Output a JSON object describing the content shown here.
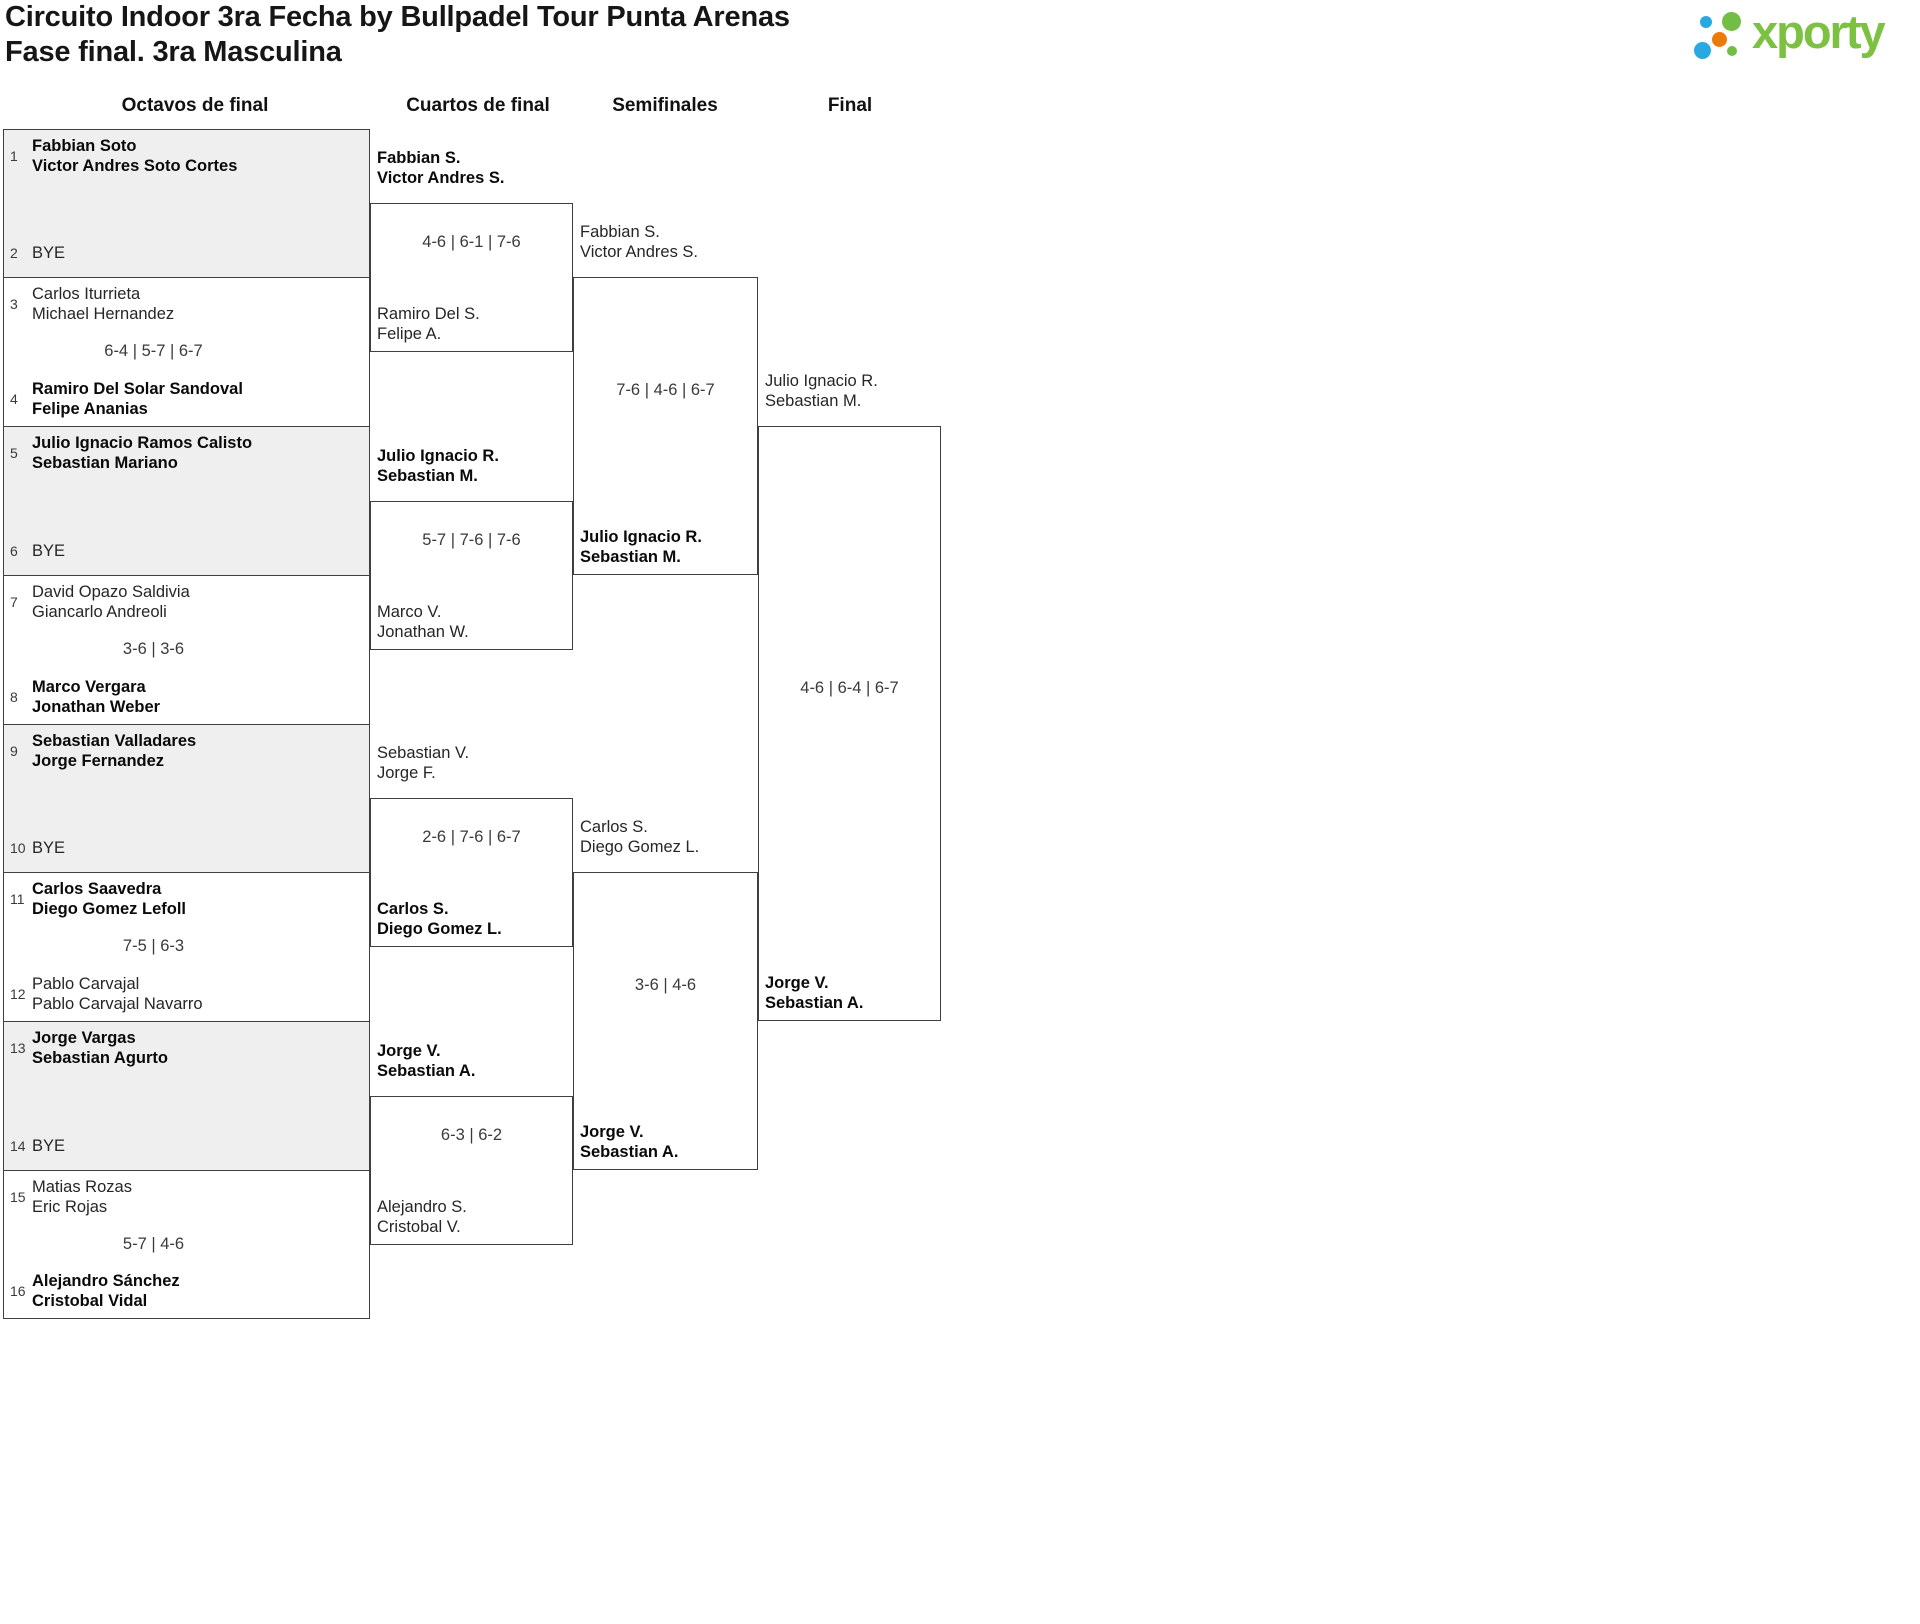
{
  "title": {
    "line1": "Circuito Indoor 3ra Fecha by Bullpadel Tour Punta Arenas",
    "line2": "Fase final. 3ra Masculina"
  },
  "logo": {
    "text": "xporty",
    "text_color": "#7dc142",
    "dot_blue": "#29a9e1",
    "dot_green": "#72be44",
    "dot_orange": "#ec7a08"
  },
  "round_headers": {
    "r16": "Octavos de final",
    "qf": "Cuartos de final",
    "sf": "Semifinales",
    "f": "Final"
  },
  "r16": {
    "matches": [
      {
        "score": "",
        "top": {
          "seed": "1",
          "name1": "Fabbian Soto",
          "name2": "Victor Andres Soto Cortes",
          "result": "winner"
        },
        "bottom": {
          "seed": "2",
          "name1": "BYE",
          "name2": "",
          "result": "bye"
        }
      },
      {
        "score": "6-4 | 5-7 | 6-7",
        "top": {
          "seed": "3",
          "name1": "Carlos Iturrieta",
          "name2": "Michael Hernandez",
          "result": "loser"
        },
        "bottom": {
          "seed": "4",
          "name1": "Ramiro Del Solar Sandoval",
          "name2": "Felipe Ananias",
          "result": "winner"
        }
      },
      {
        "score": "",
        "top": {
          "seed": "5",
          "name1": "Julio Ignacio Ramos Calisto",
          "name2": "Sebastian Mariano",
          "result": "winner"
        },
        "bottom": {
          "seed": "6",
          "name1": "BYE",
          "name2": "",
          "result": "bye"
        }
      },
      {
        "score": "3-6 | 3-6",
        "top": {
          "seed": "7",
          "name1": "David Opazo Saldivia",
          "name2": "Giancarlo Andreoli",
          "result": "loser"
        },
        "bottom": {
          "seed": "8",
          "name1": "Marco Vergara",
          "name2": "Jonathan Weber",
          "result": "winner"
        }
      },
      {
        "score": "",
        "top": {
          "seed": "9",
          "name1": "Sebastian Valladares",
          "name2": "Jorge Fernandez",
          "result": "winner"
        },
        "bottom": {
          "seed": "10",
          "name1": "BYE",
          "name2": "",
          "result": "bye"
        }
      },
      {
        "score": "7-5 | 6-3",
        "top": {
          "seed": "11",
          "name1": "Carlos Saavedra",
          "name2": "Diego Gomez Lefoll",
          "result": "winner"
        },
        "bottom": {
          "seed": "12",
          "name1": "Pablo Carvajal",
          "name2": "Pablo Carvajal Navarro",
          "result": "loser"
        }
      },
      {
        "score": "",
        "top": {
          "seed": "13",
          "name1": "Jorge Vargas",
          "name2": "Sebastian Agurto",
          "result": "winner"
        },
        "bottom": {
          "seed": "14",
          "name1": "BYE",
          "name2": "",
          "result": "bye"
        }
      },
      {
        "score": "5-7 | 4-6",
        "top": {
          "seed": "15",
          "name1": "Matias Rozas",
          "name2": "Eric Rojas",
          "result": "loser"
        },
        "bottom": {
          "seed": "16",
          "name1": "Alejandro Sánchez",
          "name2": "Cristobal Vidal",
          "result": "winner"
        }
      }
    ]
  },
  "qf": {
    "matches": [
      {
        "score": "4-6 | 6-1 | 7-6",
        "top": {
          "name1": "Fabbian S.",
          "name2": "Victor Andres S.",
          "result": "winner"
        },
        "bottom": {
          "name1": "Ramiro Del S.",
          "name2": "Felipe A.",
          "result": "loser"
        }
      },
      {
        "score": "5-7 | 7-6 | 7-6",
        "top": {
          "name1": "Julio Ignacio R.",
          "name2": "Sebastian M.",
          "result": "winner"
        },
        "bottom": {
          "name1": "Marco V.",
          "name2": "Jonathan W.",
          "result": "loser"
        }
      },
      {
        "score": "2-6 | 7-6 | 6-7",
        "top": {
          "name1": "Sebastian V.",
          "name2": "Jorge F.",
          "result": "loser"
        },
        "bottom": {
          "name1": "Carlos S.",
          "name2": "Diego Gomez L.",
          "result": "winner"
        }
      },
      {
        "score": "6-3 | 6-2",
        "top": {
          "name1": "Jorge V.",
          "name2": "Sebastian A.",
          "result": "winner"
        },
        "bottom": {
          "name1": "Alejandro S.",
          "name2": "Cristobal V.",
          "result": "loser"
        }
      }
    ]
  },
  "sf": {
    "matches": [
      {
        "score": "7-6 | 4-6 | 6-7",
        "top": {
          "name1": "Fabbian S.",
          "name2": "Victor Andres S.",
          "result": "loser"
        },
        "bottom": {
          "name1": "Julio Ignacio R.",
          "name2": "Sebastian M.",
          "result": "winner"
        }
      },
      {
        "score": "3-6 | 4-6",
        "top": {
          "name1": "Carlos S.",
          "name2": "Diego Gomez L.",
          "result": "loser"
        },
        "bottom": {
          "name1": "Jorge V.",
          "name2": "Sebastian A.",
          "result": "winner"
        }
      }
    ]
  },
  "final": {
    "score": "4-6 | 6-4 | 6-7",
    "top": {
      "name1": "Julio Ignacio R.",
      "name2": "Sebastian M.",
      "result": "loser"
    },
    "bottom": {
      "name1": "Jorge V.",
      "name2": "Sebastian A.",
      "result": "winner"
    }
  }
}
